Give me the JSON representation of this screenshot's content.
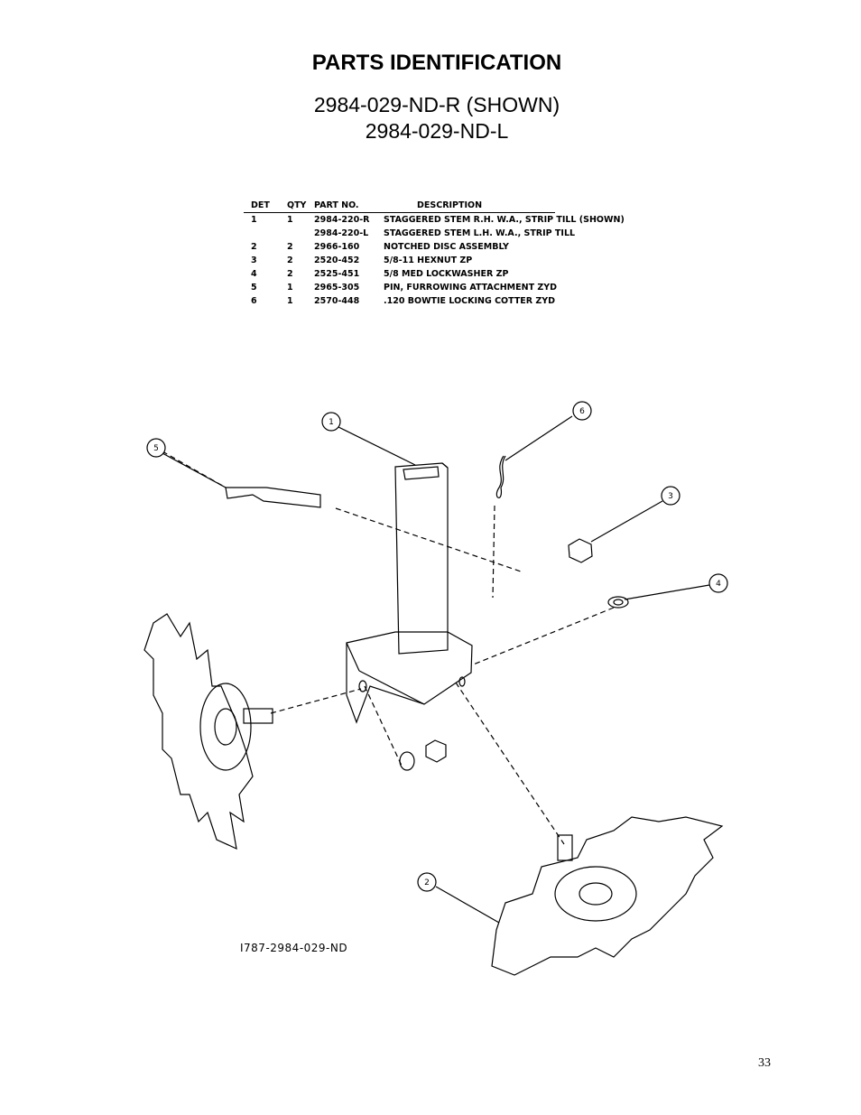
{
  "page": {
    "title": "PARTS IDENTIFICATION",
    "subtitle_1": "2984-029-ND-R  (SHOWN)",
    "subtitle_2": "2984-029-ND-L",
    "figure_id": "I787-2984-029-ND",
    "page_number": "33"
  },
  "parts_table": {
    "headers": {
      "det": "DET",
      "qty": "QTY",
      "part": "PART NO.",
      "desc": "DESCRIPTION"
    },
    "rows": [
      {
        "det": "1",
        "qty": "1",
        "part": "2984-220-R",
        "desc": "STAGGERED STEM R.H. W.A., STRIP TILL (SHOWN)"
      },
      {
        "det": "",
        "qty": "",
        "part": "2984-220-L",
        "desc": "STAGGERED STEM L.H. W.A., STRIP TILL"
      },
      {
        "det": "2",
        "qty": "2",
        "part": "2966-160",
        "desc": "NOTCHED DISC ASSEMBLY"
      },
      {
        "det": "3",
        "qty": "2",
        "part": "2520-452",
        "desc": "5/8-11 HEXNUT ZP"
      },
      {
        "det": "4",
        "qty": "2",
        "part": "2525-451",
        "desc": "5/8 MED LOCKWASHER ZP"
      },
      {
        "det": "5",
        "qty": "1",
        "part": "2965-305",
        "desc": "PIN, FURROWING ATTACHMENT ZYD"
      },
      {
        "det": "6",
        "qty": "1",
        "part": "2570-448",
        "desc": ".120 BOWTIE LOCKING COTTER ZYD"
      }
    ]
  },
  "callouts": [
    "1",
    "2",
    "3",
    "4",
    "5",
    "6"
  ]
}
